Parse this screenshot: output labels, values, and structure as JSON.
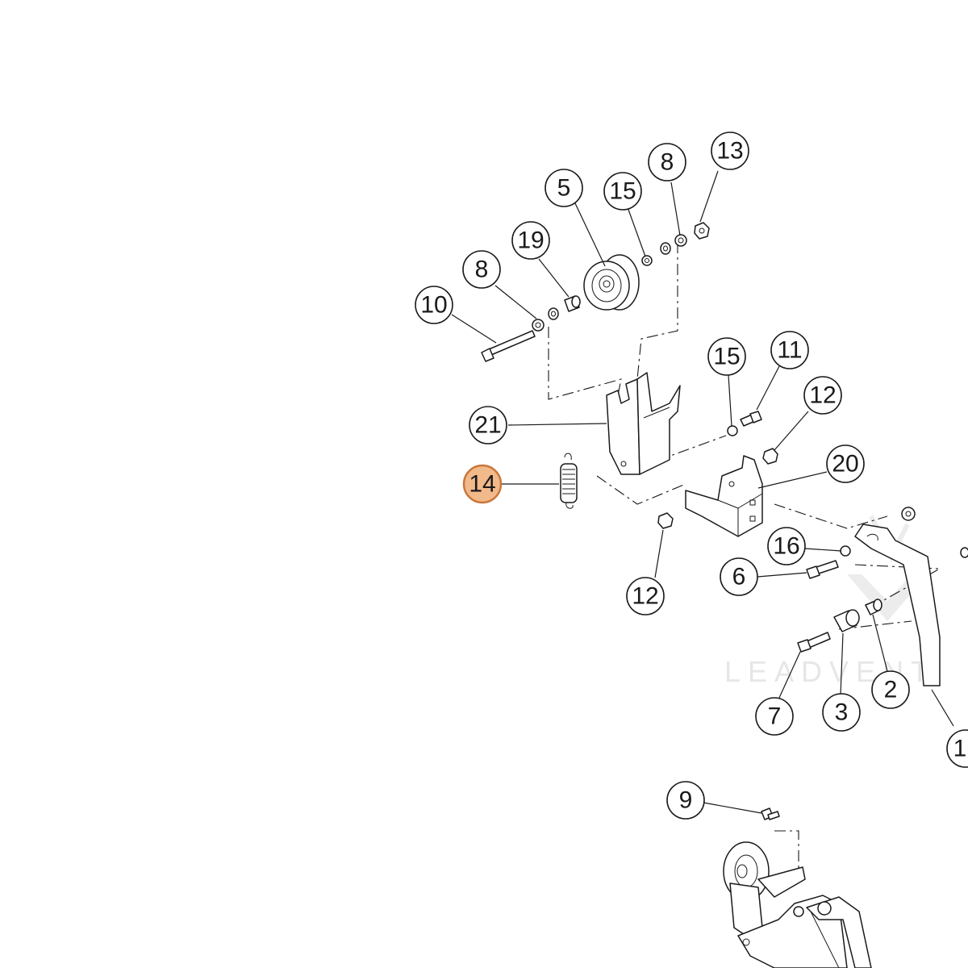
{
  "diagram": {
    "callouts": [
      {
        "id": "5",
        "label": "5"
      },
      {
        "id": "15a",
        "label": "15"
      },
      {
        "id": "8a",
        "label": "8"
      },
      {
        "id": "13",
        "label": "13"
      },
      {
        "id": "19",
        "label": "19"
      },
      {
        "id": "8b",
        "label": "8"
      },
      {
        "id": "10",
        "label": "10"
      },
      {
        "id": "15b",
        "label": "15"
      },
      {
        "id": "11",
        "label": "11"
      },
      {
        "id": "12a",
        "label": "12"
      },
      {
        "id": "21",
        "label": "21"
      },
      {
        "id": "20",
        "label": "20"
      },
      {
        "id": "14",
        "label": "14",
        "highlighted": true
      },
      {
        "id": "16",
        "label": "16"
      },
      {
        "id": "6",
        "label": "6"
      },
      {
        "id": "12b",
        "label": "12"
      },
      {
        "id": "2",
        "label": "2"
      },
      {
        "id": "7",
        "label": "7"
      },
      {
        "id": "3",
        "label": "3"
      },
      {
        "id": "1",
        "label": "1"
      },
      {
        "id": "9",
        "label": "9"
      }
    ],
    "highlight_color": "#f2b98a",
    "highlight_stroke": "#c8773a",
    "watermark": "LEADVENT"
  }
}
